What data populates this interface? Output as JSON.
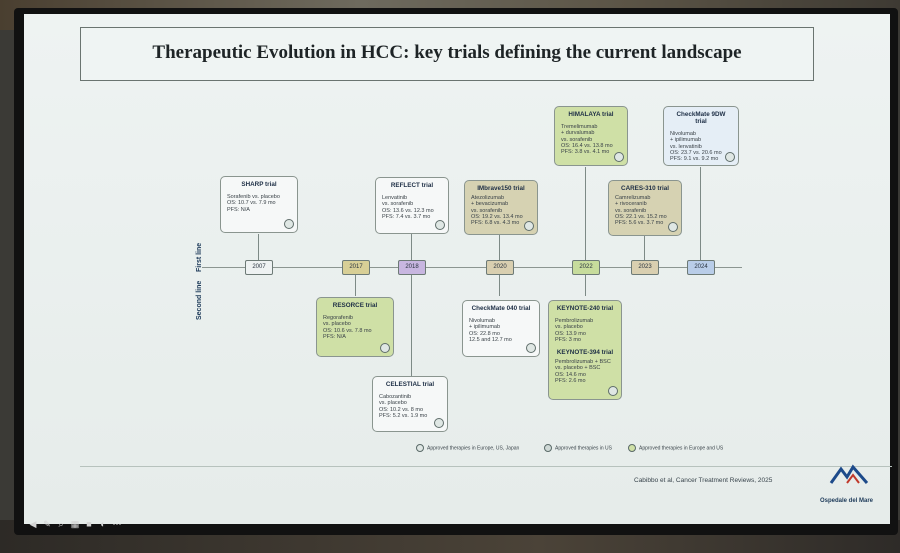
{
  "slide": {
    "title": "Therapeutic Evolution in HCC: key trials defining the current landscape",
    "row_labels": {
      "first": "First line",
      "second": "Second line"
    },
    "years": [
      "2007",
      "2017",
      "2018",
      "2020",
      "2022",
      "2023",
      "2024"
    ],
    "trials": [
      {
        "name": "SHARP trial",
        "lines": [
          "Sorafenib vs. placebo",
          "OS: 10.7 vs. 7.9 mo",
          "PFS: N/A"
        ]
      },
      {
        "name": "REFLECT trial",
        "lines": [
          "Lenvatinib",
          "vs. sorafenib",
          "OS: 13.6 vs. 12.3 mo",
          "PFS: 7.4 vs. 3.7 mo"
        ]
      },
      {
        "name": "IMbrave150 trial",
        "lines": [
          "Atezolizumab",
          "+ bevacizumab",
          "vs. sorafenib",
          "OS: 19.2 vs. 13.4 mo",
          "PFS: 6.8 vs. 4.3 mo"
        ]
      },
      {
        "name": "HIMALAYA trial",
        "lines": [
          "Tremelimumab",
          "+ durvalumab",
          "vs. sorafenib",
          "OS: 16.4 vs. 13.8 mo",
          "PFS: 3.8 vs. 4.1 mo"
        ]
      },
      {
        "name": "CARES-310 trial",
        "lines": [
          "Camrelizumab",
          "+ rivoceranib",
          "vs. sorafenib",
          "OS: 22.1 vs. 15.2 mo",
          "PFS: 5.6 vs. 3.7 mo"
        ]
      },
      {
        "name": "CheckMate 9DW trial",
        "lines": [
          "Nivolumab",
          "+ ipilimumab",
          "vs. lenvatinib",
          "OS: 23.7 vs. 20.6 mo",
          "PFS: 9.1 vs. 9.2 mo"
        ]
      },
      {
        "name": "RESORCE trial",
        "lines": [
          "Regorafenib",
          "vs. placebo",
          "OS: 10.6 vs. 7.8 mo",
          "PFS: N/A"
        ]
      },
      {
        "name": "CELESTIAL trial",
        "lines": [
          "Cabozantinib",
          "vs. placebo",
          "OS: 10.2 vs. 8 mo",
          "PFS: 5.2 vs. 1.9 mo"
        ]
      },
      {
        "name": "CheckMate 040 trial",
        "lines": [
          "Nivolumab",
          "+ ipilimumab",
          "OS: 22.8 mo",
          "12.5 and 12.7 mo"
        ]
      },
      {
        "name": "KEYNOTE-240 trial",
        "lines": [
          "Pembrolizumab",
          "vs. placebo",
          "OS: 13.9 mo",
          "PFS: 3 mo"
        ],
        "sub_name": "KEYNOTE-394 trial",
        "sub_lines": [
          "Pembrolizumab + BSC",
          "vs. placebo + BSC",
          "OS: 14.6 mo",
          "PFS: 2.6 mo"
        ]
      }
    ],
    "legend": [
      "Approved therapies in Europe, US, Japan",
      "Approved therapies in US",
      "Approved therapies in Europe and US"
    ],
    "citation": "Cabibbo et al, Cancer Treatment Reviews, 2025",
    "logo_text": "Ospedale del Mare",
    "colors": {
      "white_box": "#f6f8f8",
      "green_box": "#cfe0a6",
      "tan_box": "#d6d2b2",
      "purple_year": "#c8b6e0",
      "green_year": "#c7dc9c",
      "tan_year": "#d9cfb0",
      "blue_year": "#b9cde8"
    },
    "toolbar_icons": [
      "arrow-icon",
      "pen-icon",
      "zoom-icon",
      "slides-icon",
      "video-icon",
      "subtitles-icon",
      "more-icon"
    ]
  }
}
